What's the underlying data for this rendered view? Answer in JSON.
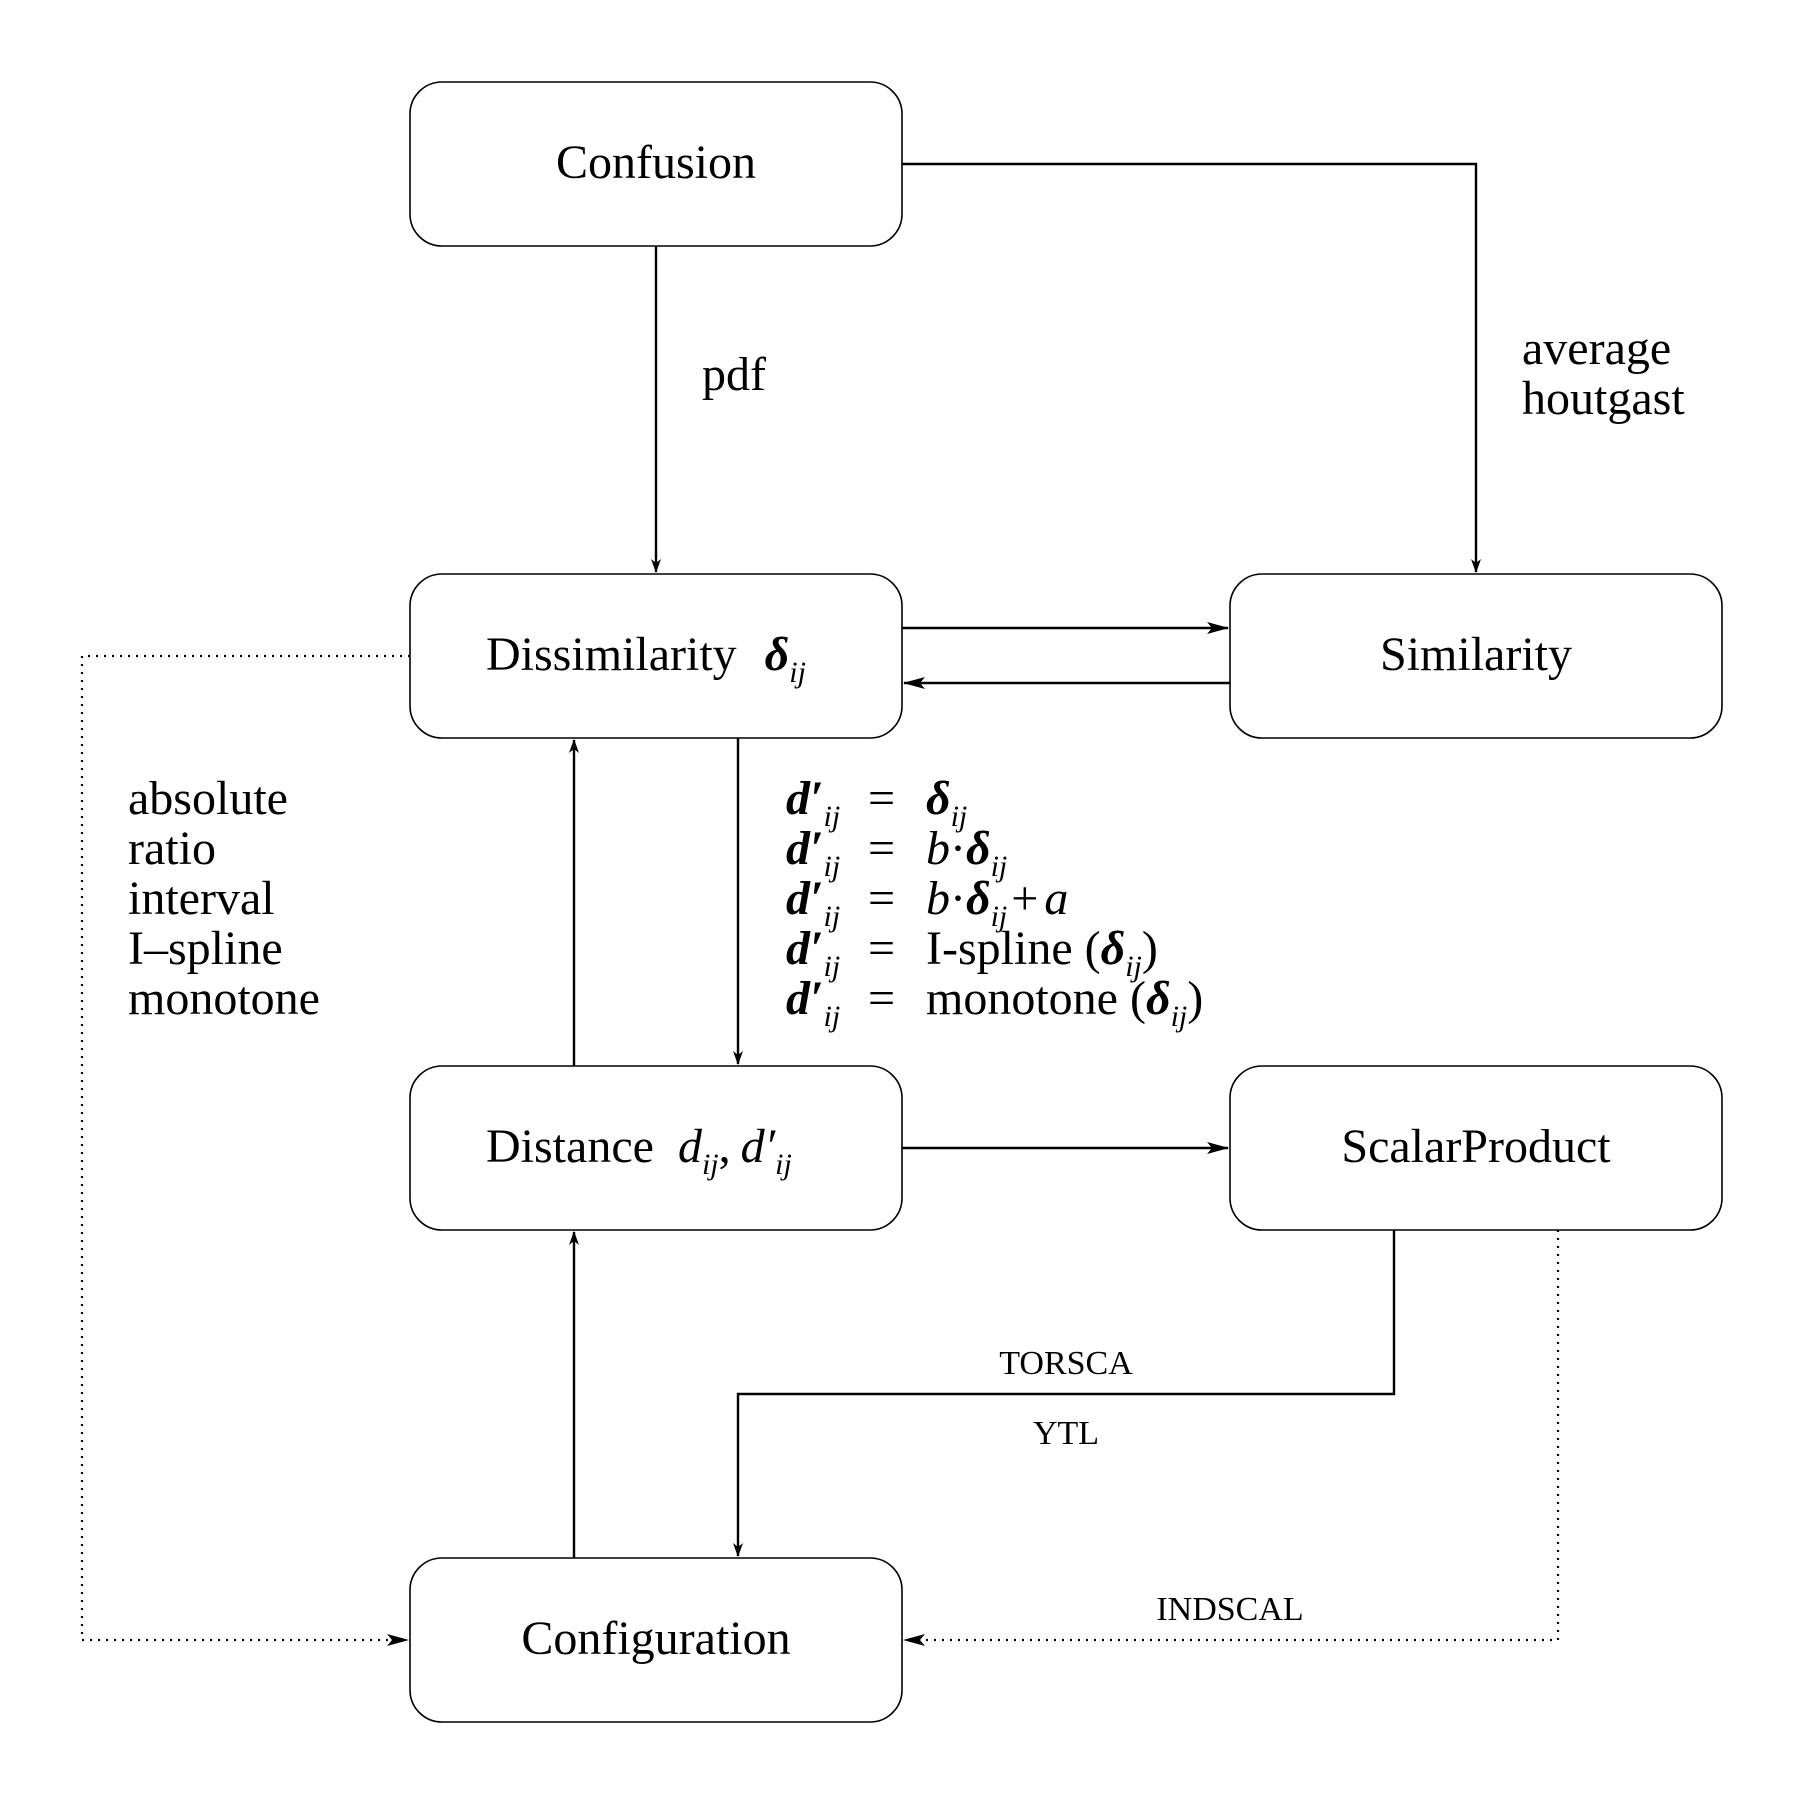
{
  "nodes": {
    "confusion": "Confusion",
    "dissimilarity": "Dissimilarity",
    "similarity": "Similarity",
    "distance": "Distance",
    "scalar_product": "ScalarProduct",
    "configuration": "Configuration"
  },
  "symbols": {
    "delta": "δ",
    "ij": "ij",
    "d": "d",
    "d_prime": "d′",
    "comma": ",",
    "b": "b",
    "a": "a",
    "plus": "+",
    "dot": "·",
    "equals": "="
  },
  "edge_labels": {
    "pdf": "pdf",
    "average": "average",
    "houtgast": "houtgast",
    "torsca": "TORSCA",
    "ytl": "YTL",
    "indscal": "INDSCAL"
  },
  "scale_types": [
    "absolute",
    "ratio",
    "interval",
    "I–spline",
    "monotone"
  ],
  "transforms": {
    "ispline": "I-spline (",
    "monotone": "monotone (",
    "close": ")"
  }
}
